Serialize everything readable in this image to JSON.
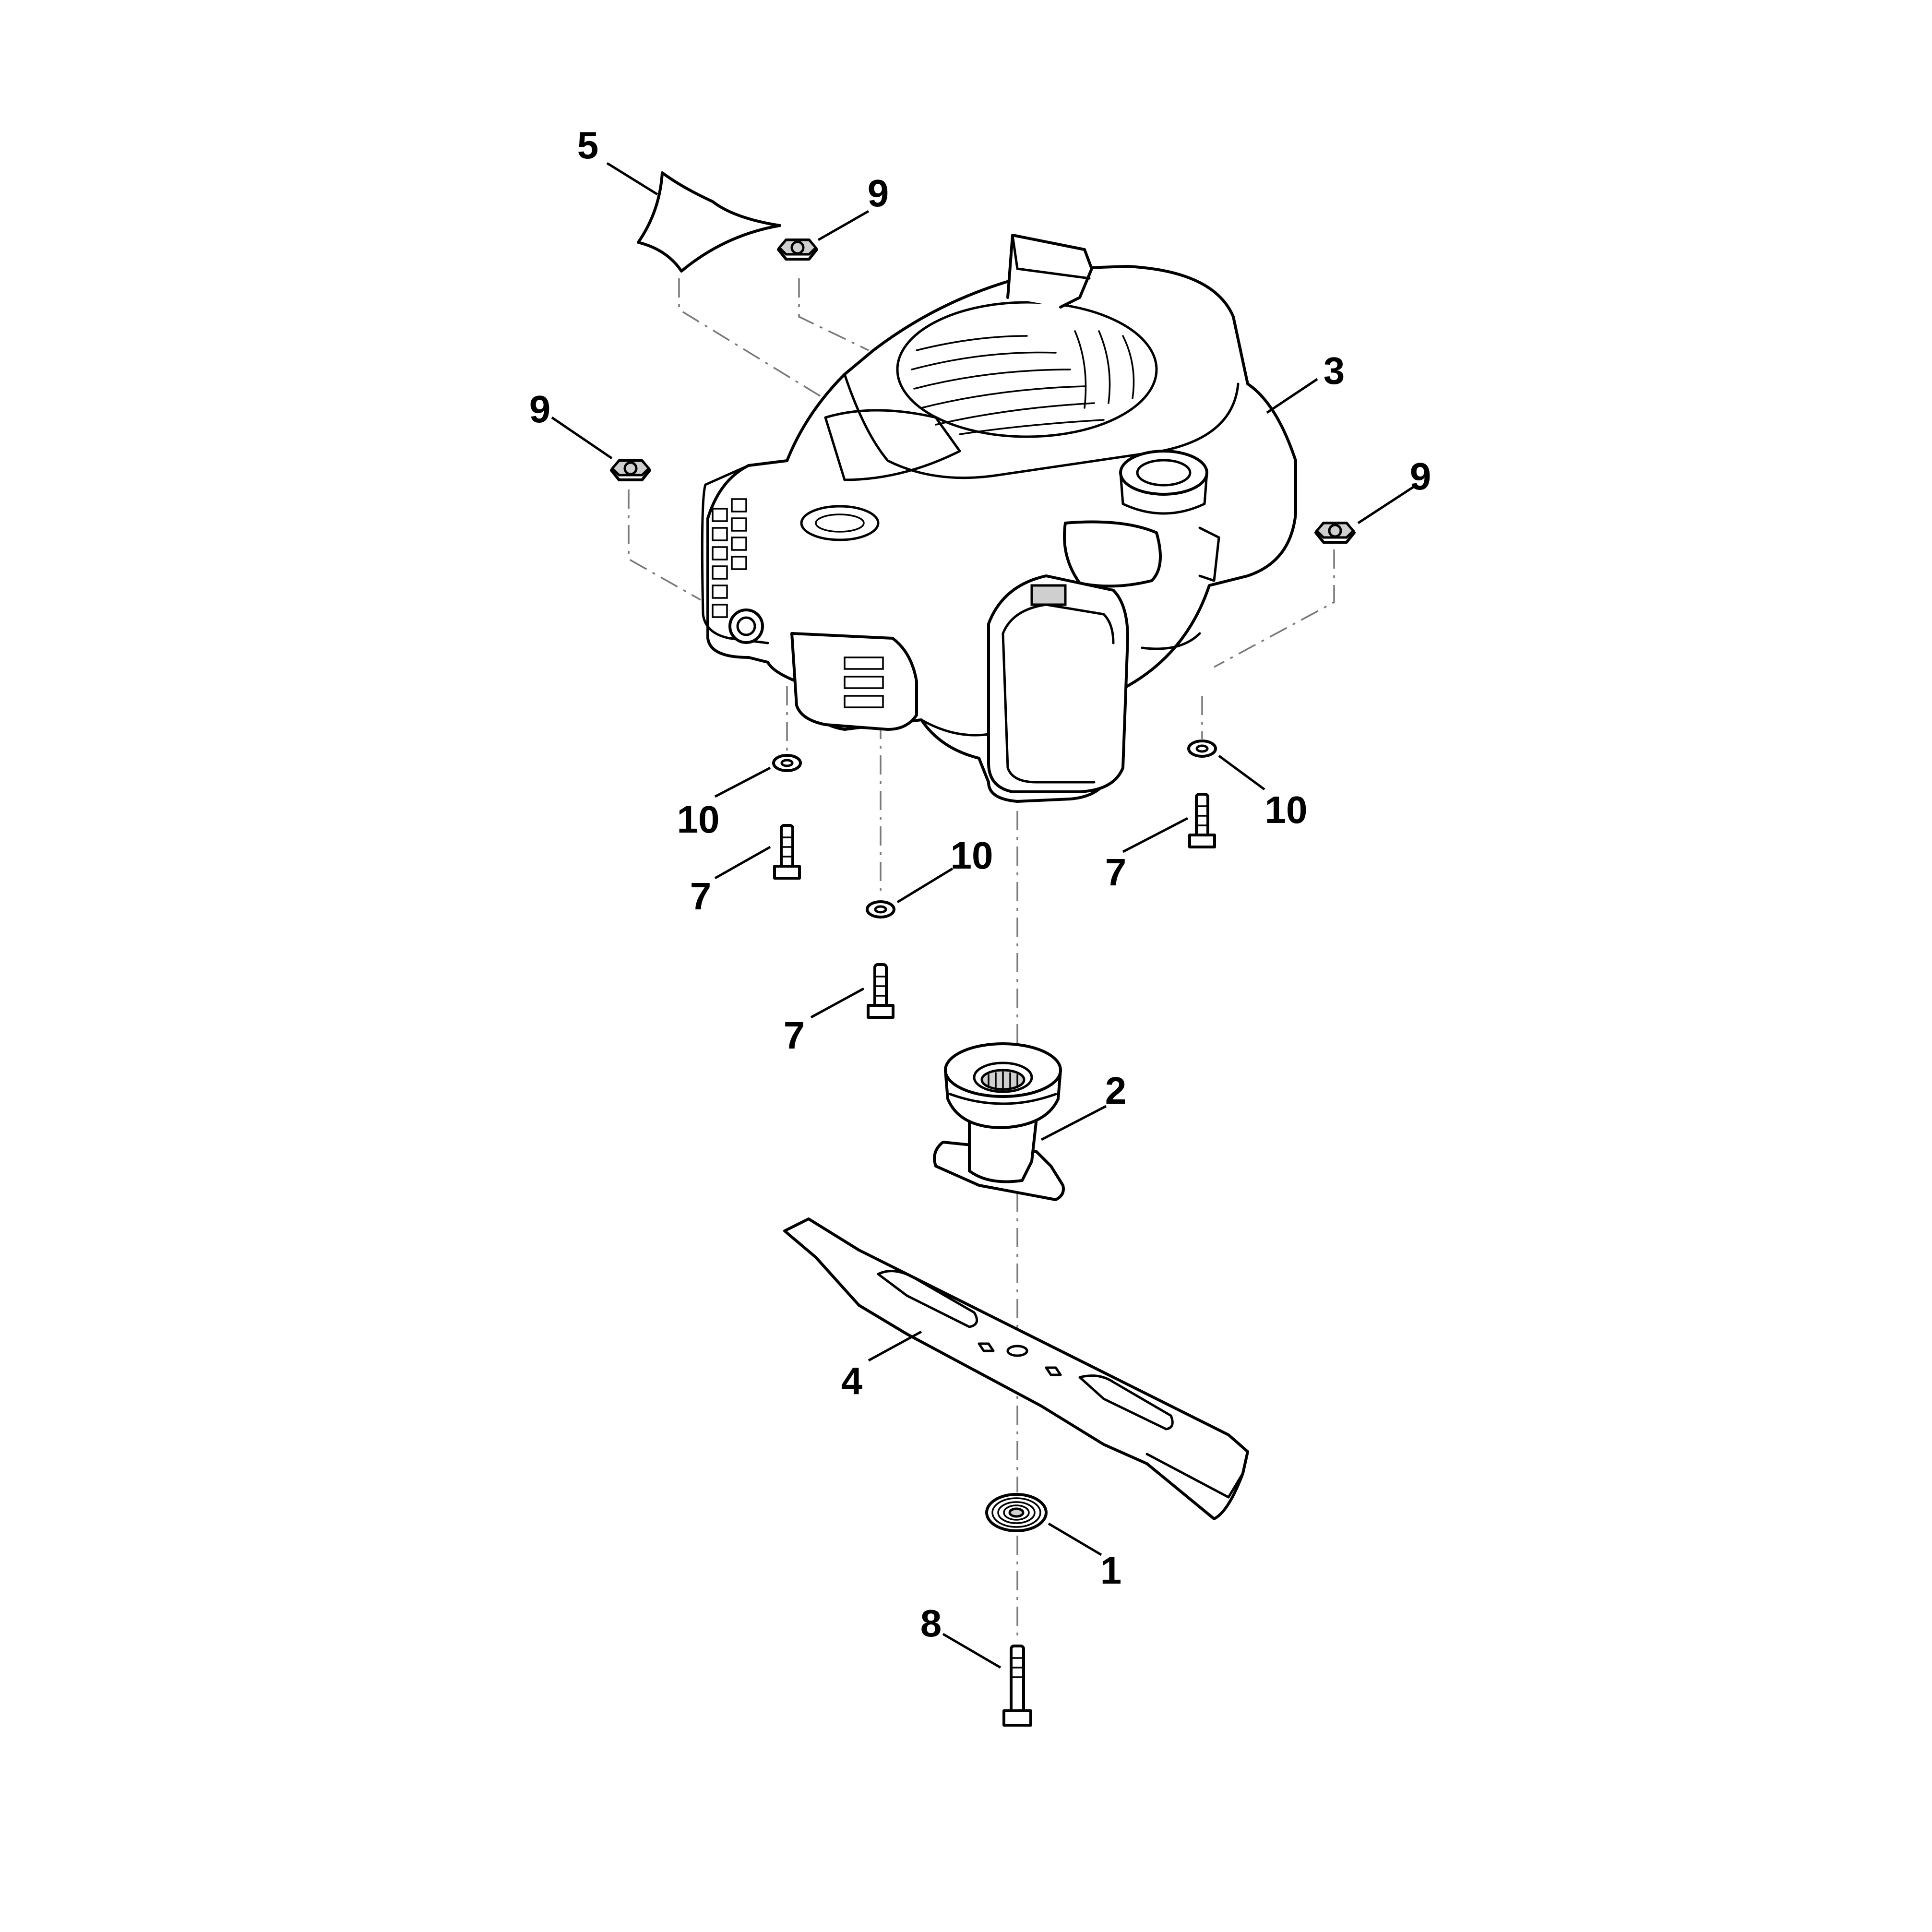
{
  "callouts": {
    "c5": "5",
    "c9_top": "9",
    "c3": "3",
    "c9_left": "9",
    "c9_right": "9",
    "c10_left": "10",
    "c7_left": "7",
    "c10_mid": "10",
    "c7_mid": "7",
    "c10_right": "10",
    "c7_right": "7",
    "c2": "2",
    "c4": "4",
    "c1": "1",
    "c8": "8"
  }
}
